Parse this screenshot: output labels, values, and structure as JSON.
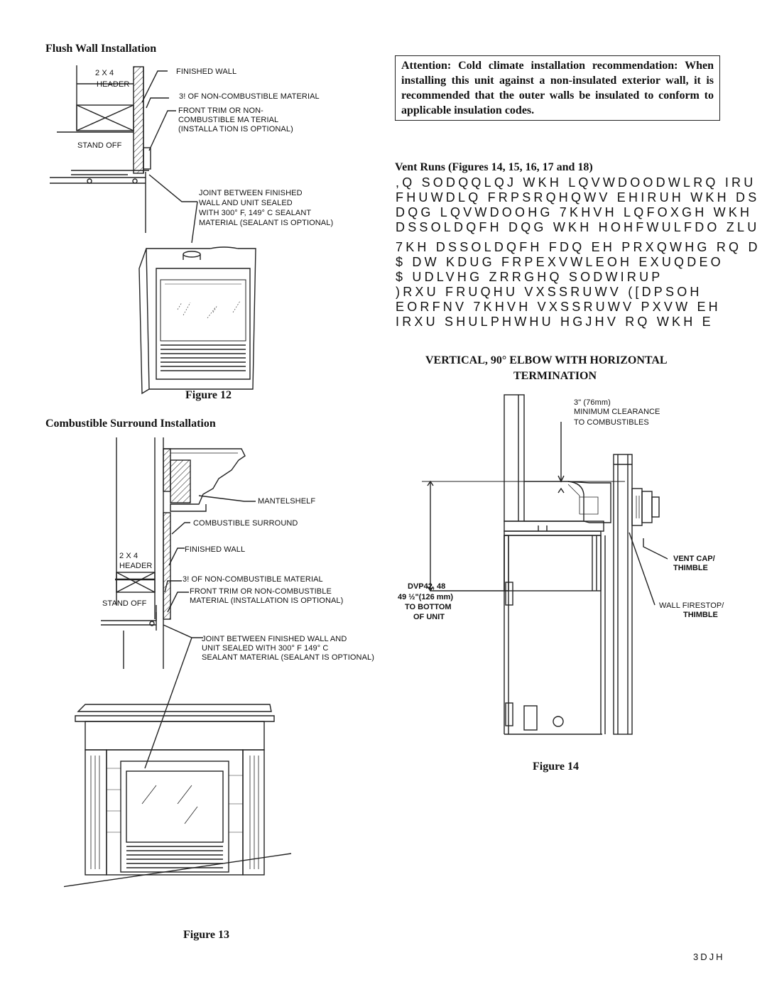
{
  "left": {
    "flush_heading": "Flush Wall Installation",
    "fig12": {
      "label_2x4": "2 X 4",
      "label_header": "HEADER",
      "label_stand_off": "STAND OFF",
      "label_finished_wall": "FINISHED WALL",
      "label_noncomb": "3! OF NON-COMBUSTIBLE MATERIAL",
      "label_front_trim_1": "FRONT TRIM OR NON-",
      "label_front_trim_2": "COMBUSTIBLE MA TERIAL",
      "label_front_trim_3": "(INSTALLA TION IS OPTIONAL)",
      "label_joint_1": "JOINT BETWEEN FINISHED",
      "label_joint_2": "WALL AND UNIT SEALED",
      "label_joint_3": "WITH 300° F, 149° C SEALANT",
      "label_joint_4": "MATERIAL (SEALANT IS OPTIONAL)",
      "caption": "Figure 12"
    },
    "surround_heading": "Combustible Surround Installation",
    "fig13": {
      "label_mantelshelf": "MANTELSHELF",
      "label_comb_surround": "COMBUSTIBLE SURROUND",
      "label_finished_wall": "FINISHED WALL",
      "label_2x4": "2 X 4",
      "label_header": "HEADER",
      "label_noncomb": "3! OF NON-COMBUSTIBLE MATERIAL",
      "label_stand_off": "STAND OFF",
      "label_front_trim_1": "FRONT TRIM OR NON-COMBUSTIBLE",
      "label_front_trim_2": "MATERIAL (INSTALLATION IS OPTIONAL)",
      "label_joint_1": "JOINT BETWEEN FINISHED WALL AND",
      "label_joint_2": "UNIT SEALED WITH 300° F 149° C",
      "label_joint_3": "SEALANT MATERIAL (SEALANT IS OPTIONAL)",
      "caption": "Figure 13"
    }
  },
  "right": {
    "attention": "Attention: Cold climate installation recommendation: When installing this unit against a non-insulated exterior wall, it is recommended that the outer walls be insulated to conform to applicable insulation codes.",
    "vent_runs_heading": "Vent Runs (Figures 14, 15, 16, 17 and 18)",
    "encoded_lines": [
      ",Q SODQQLQJ WKH LQVWDOODWLRQ IRU",
      "FHUWDLQ FRPSRQHQWV EHIRUH WKH DS",
      "DQG LQVWDOOHG  7KHVH LQFOXGH WKH",
      "DSSOLDQFH DQG WKH HOHFWULFDO ZLU",
      "7KH DSSOLDQFH FDQ EH PRXQWHG RQ D",
      "  $ DW  KDUG FRPEXVWLEOH  EXUQDEO",
      "  $ UDLVHG ZRRGHQ SODWIRUP",
      "  )RXU      FRUQHU VXSSRUWV   ([DPSOH",
      "  EORFNV   7KHVH VXSSRUWV PXVW EH",
      "  IRXU       SHULPHWHU HGJHV RQ WKH E"
    ],
    "fig14": {
      "title_1": "VERTICAL, 90° ELBOW WITH HORIZONTAL",
      "title_2": "TERMINATION",
      "clear_1": "3\" (76mm)",
      "clear_2": "MINIMUM CLEARANCE",
      "clear_3": "TO COMBUSTIBLES",
      "vent_cap_1": "VENT CAP/",
      "vent_cap_2": "THIMBLE",
      "firestop_1": "WALL FIRESTOP/",
      "firestop_2": "THIMBLE",
      "model_1": "DVP42, 48",
      "model_2": "49 ½\"(126 mm)",
      "model_3": "TO BOTTOM",
      "model_4": "OF UNIT",
      "caption": "Figure 14"
    }
  },
  "footer": {
    "page_label": "3DJH"
  }
}
